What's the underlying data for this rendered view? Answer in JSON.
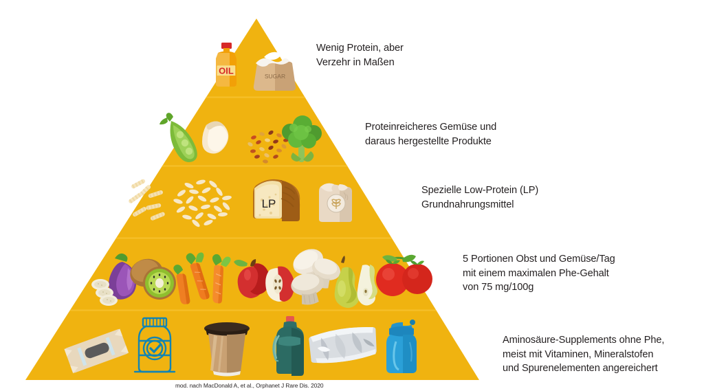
{
  "figure": {
    "type": "food-pyramid-diagram",
    "title_visible": false,
    "accent_color": "#f0b310",
    "accent_color_alt": "#edb111",
    "text_color": "#231f20",
    "background": "#ffffff",
    "citation": "mod. nach MacDonald A, et al., Orphanet J Rare Dis. 2020"
  },
  "tiers": [
    {
      "index": 1,
      "position": "top",
      "label": "Wenig Protein, aber\nVerzehr in Maßen",
      "icons": [
        "oil-bottle-icon",
        "sugar-sack-icon"
      ],
      "icon_labels": [
        "OIL",
        "SUGAR"
      ]
    },
    {
      "index": 2,
      "position": "second",
      "label": "Proteinreicheres Gemüse und\ndaraus hergestellte Produkte",
      "icons": [
        "pea-pod-icon",
        "cashew-nut-icon",
        "legume-mix-icon",
        "broccoli-icon"
      ],
      "icon_labels": []
    },
    {
      "index": 3,
      "position": "middle",
      "label": "Spezielle Low-Protein (LP)\nGrundnahrungsmittel",
      "icons": [
        "fusilli-pasta-icon",
        "rice-grains-icon",
        "bread-loaf-icon",
        "flour-bag-icon"
      ],
      "icon_labels": [
        "LP"
      ]
    },
    {
      "index": 4,
      "position": "fourth",
      "label": "5 Portionen Obst und Gemüse/Tag\nmit einem maximalen Phe-Gehalt\nvon 75 mg/100g",
      "icons": [
        "eggplant-icon",
        "kiwi-icon",
        "carrots-icon",
        "apple-icon",
        "mushrooms-icon",
        "pear-icon",
        "tomatoes-icon"
      ],
      "icon_labels": []
    },
    {
      "index": 5,
      "position": "base",
      "label": "Aminosäure-Supplements ohne Phe,\nmeist mit Vitaminen, Mineralstofen\nund Spurenelementen angereichert",
      "icons": [
        "protein-bar-icon",
        "supplement-bottle-icon",
        "coffee-cup-icon",
        "sport-bottle-icon",
        "foil-sachet-icon",
        "shaker-bottle-icon"
      ],
      "icon_labels": []
    }
  ]
}
